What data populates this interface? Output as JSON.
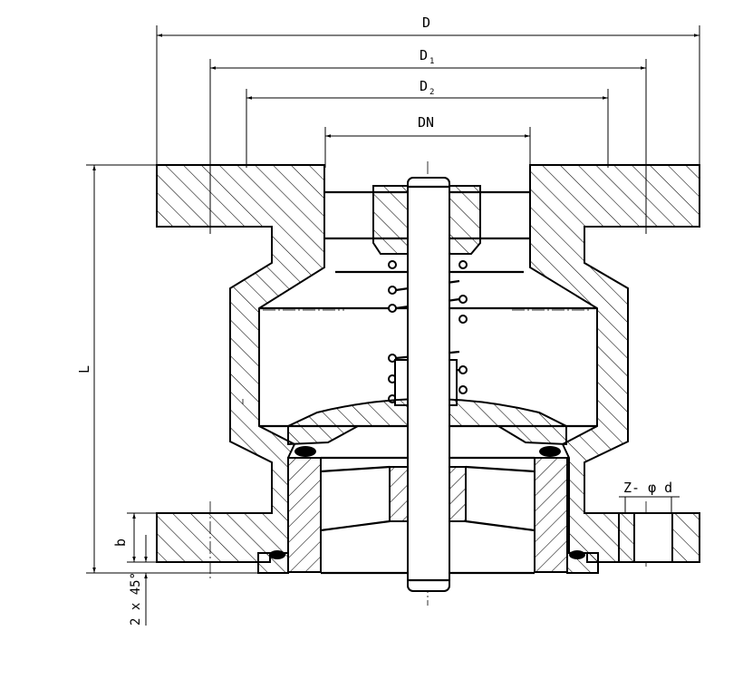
{
  "labels": {
    "D": "D",
    "D1": "D",
    "D1_sub": "1",
    "D2": "D",
    "D2_sub": "2",
    "DN": "DN",
    "L": "L",
    "b": "b",
    "chamfer": "2 x 45°",
    "bolt_holes": "Z- φ d"
  }
}
